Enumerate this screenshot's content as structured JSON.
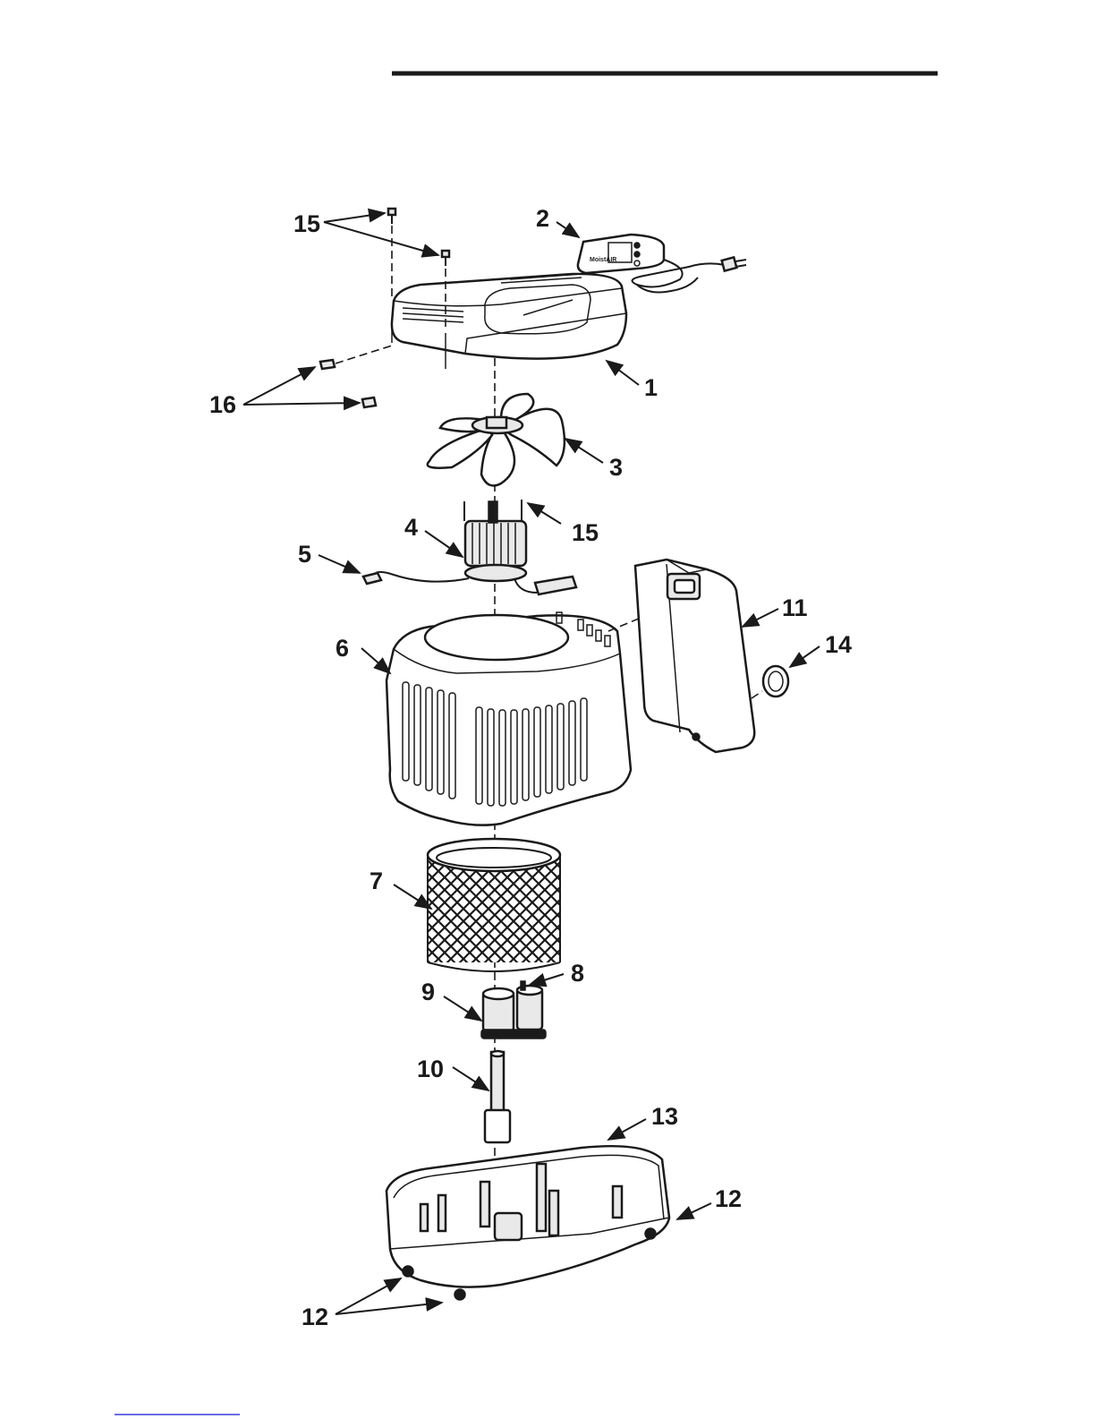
{
  "callouts": {
    "c1": "1",
    "c2": "2",
    "c3": "3",
    "c4": "4",
    "c5": "5",
    "c6": "6",
    "c7": "7",
    "c8": "8",
    "c9": "9",
    "c10": "10",
    "c11": "11",
    "c12_right": "12",
    "c12_bottom": "12",
    "c13": "13",
    "c14": "14",
    "c15_top": "15",
    "c15_motor": "15",
    "c16": "16"
  },
  "control_panel": {
    "brand": "MoistAIR"
  }
}
